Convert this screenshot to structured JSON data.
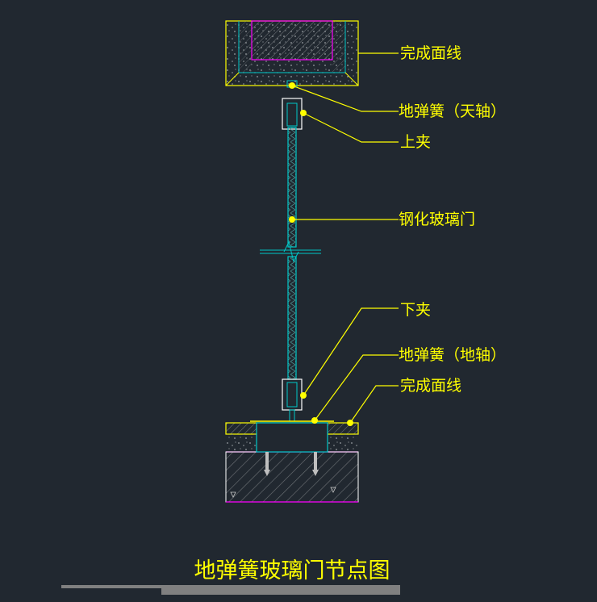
{
  "colors": {
    "background": "#212830",
    "leader": "#ffff00",
    "outline_cyan": "#00c8c8",
    "outline_magenta": "#ff00ff",
    "hatch": "#7a7a7a",
    "scale_bar": "#808080"
  },
  "labels": {
    "finish_line_top": "完成面线",
    "floor_spring_top_pivot": "地弹簧（天轴）",
    "top_clamp": "上夹",
    "tempered_glass_door": "钢化玻璃门",
    "bottom_clamp": "下夹",
    "floor_spring_floor_pivot": "地弹簧（地轴）",
    "finish_line_bottom": "完成面线"
  },
  "title": "地弹簧玻璃门节点图"
}
